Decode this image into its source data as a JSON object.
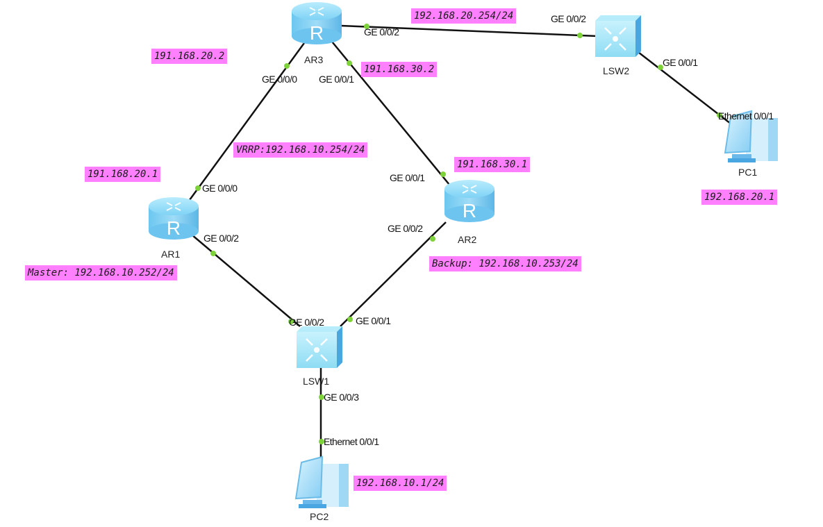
{
  "devices": {
    "ar1": {
      "label": "AR1",
      "type": "router"
    },
    "ar2": {
      "label": "AR2",
      "type": "router"
    },
    "ar3": {
      "label": "AR3",
      "type": "router"
    },
    "lsw1": {
      "label": "LSW1",
      "type": "switch"
    },
    "lsw2": {
      "label": "LSW2",
      "type": "switch"
    },
    "pc1": {
      "label": "PC1",
      "type": "pc"
    },
    "pc2": {
      "label": "PC2",
      "type": "pc"
    }
  },
  "ports": {
    "ar3_ge002": "GE 0/0/2",
    "ar3_ge000": "GE 0/0/0",
    "ar3_ge001": "GE 0/0/1",
    "lsw2_ge002": "GE 0/0/2",
    "lsw2_ge001": "GE 0/0/1",
    "pc1_eth": "Ethernet 0/0/1",
    "ar1_ge000": "GE 0/0/0",
    "ar1_ge002": "GE 0/0/2",
    "ar2_ge001": "GE 0/0/1",
    "ar2_ge002": "GE 0/0/2",
    "lsw1_ge002": "GE 0/0/2",
    "lsw1_ge001": "GE 0/0/1",
    "lsw1_ge003": "GE 0/0/3",
    "pc2_eth": "Ethernet 0/0/1"
  },
  "annotations": {
    "ar3_lsw2_ip": "192.168.20.254/24",
    "ar3_ge000_ip": "191.168.20.2",
    "ar3_ge001_ip": "191.168.30.2",
    "vrrp": "VRRP:192.168.10.254/24",
    "ar1_ge000_ip": "191.168.20.1",
    "ar2_ge001_ip": "191.168.30.1",
    "pc1_ip": "192.168.20.1",
    "master": "Master: 192.168.10.252/24",
    "backup": "Backup: 192.168.10.253/24",
    "pc2_ip": "192.168.10.1/24"
  },
  "links": [
    {
      "from": "AR3",
      "to": "LSW2"
    },
    {
      "from": "AR3",
      "to": "AR1"
    },
    {
      "from": "AR3",
      "to": "AR2"
    },
    {
      "from": "LSW2",
      "to": "PC1"
    },
    {
      "from": "AR1",
      "to": "LSW1"
    },
    {
      "from": "AR2",
      "to": "LSW1"
    },
    {
      "from": "LSW1",
      "to": "PC2"
    }
  ],
  "colors": {
    "link": "#111111",
    "port_dot": "#7ed23a",
    "label_bg": "#ff80ff",
    "device": "#7fd0f5"
  }
}
